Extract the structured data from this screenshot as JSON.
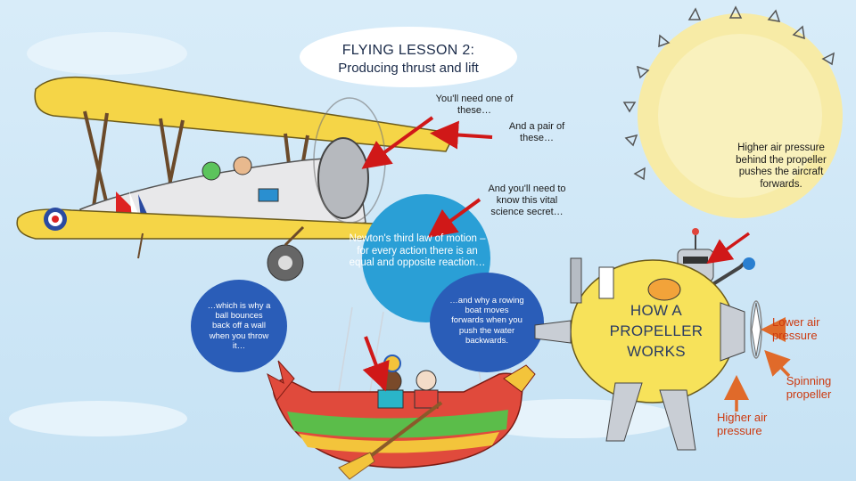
{
  "title": {
    "line1": "FLYING LESSON 2:",
    "line2": "Producing thrust and lift"
  },
  "callouts": {
    "propeller_need": "You'll need one of these…",
    "wings_need": "And a pair of these…",
    "science_secret": "And you'll need to know this vital science secret…"
  },
  "bubbles": {
    "newton": "Newton's third law of motion – for every action there is an equal and opposite reaction…",
    "ball": "…which is why a ball bounces back off a wall when you throw it…",
    "boat": "…and why a rowing boat moves forwards when you push the water backwards."
  },
  "sun_text": "Higher air pressure behind the propeller pushes the aircraft forwards.",
  "diagram": {
    "heading": "HOW A PROPELLER WORKS",
    "lower_pressure": "Lower air pressure",
    "spinning_propeller": "Spinning propeller",
    "higher_pressure": "Higher air pressure"
  },
  "colors": {
    "sky": "#cfe7f7",
    "sun": "#f6e58a",
    "plane_yellow": "#f5d547",
    "bubble_blue": "#2a5db8",
    "newton_blue": "#2a9fd6",
    "boat_red": "#e04a3c",
    "arrow_red": "#d01818",
    "pressure_orange": "#cc3a10"
  }
}
